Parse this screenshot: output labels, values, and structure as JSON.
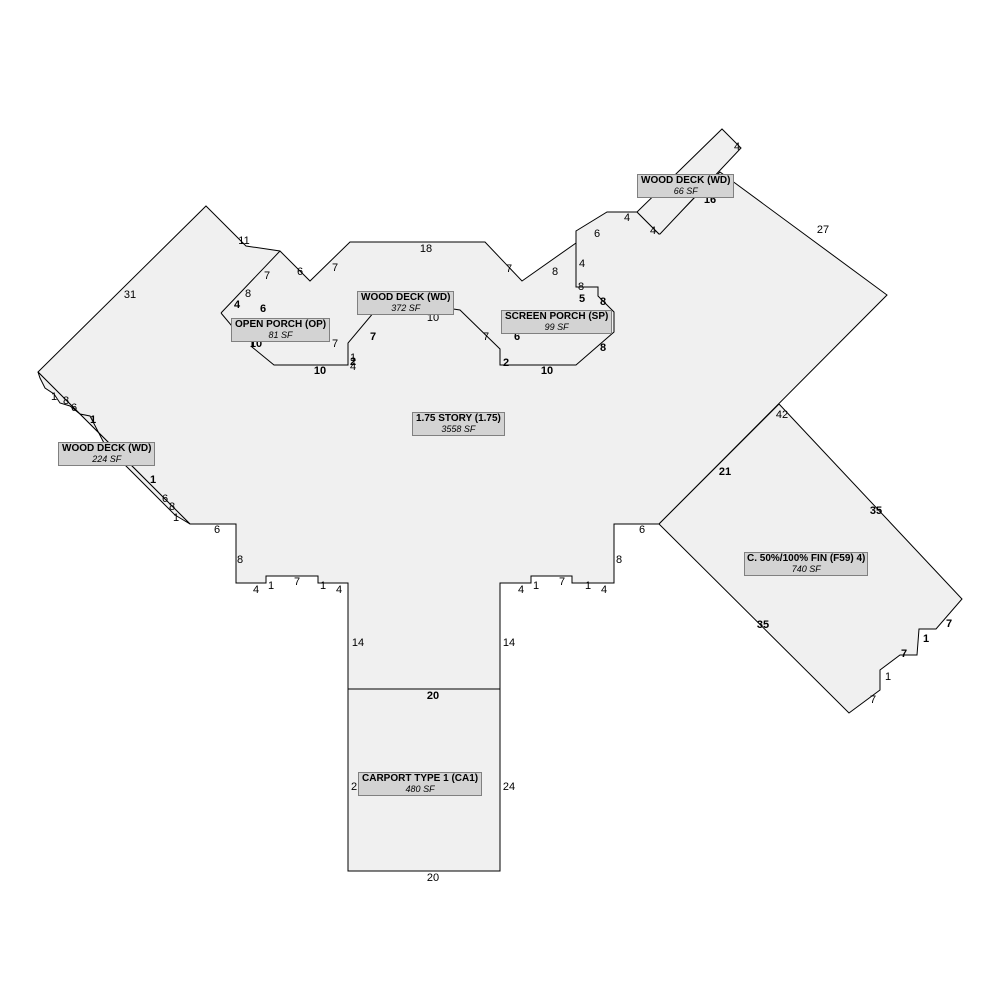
{
  "areas": {
    "main": {
      "name": "1.75 STORY (1.75)",
      "sf": "3558 SF"
    },
    "wood_deck_top": {
      "name": "WOOD DECK (WD)",
      "sf": "66 SF"
    },
    "wood_deck_center": {
      "name": "WOOD DECK (WD)",
      "sf": "372 SF"
    },
    "wood_deck_left": {
      "name": "WOOD DECK (WD)",
      "sf": "224 SF"
    },
    "open_porch": {
      "name": "OPEN PORCH (OP)",
      "sf": "81 SF"
    },
    "screen_porch": {
      "name": "SCREEN PORCH (SP)",
      "sf": "99 SF"
    },
    "fin": {
      "prefix": "C.",
      "name": "50%/100% FIN (F59)",
      "suffix": "4)",
      "sf": "740 SF"
    },
    "carport": {
      "name": "CARPORT TYPE 1 (CA1)",
      "sf": "480 SF"
    }
  },
  "dimensions": {
    "d31": "31",
    "d11": "11",
    "d6a": "6",
    "d7a": "7",
    "d18": "18",
    "d7b": "7",
    "d8a": "8",
    "d4a": "4",
    "d8b": "8",
    "d5": "5",
    "d8c": "8",
    "d8d": "8",
    "d10a": "10",
    "d2a": "2",
    "d6b": "6",
    "d6c": "6",
    "d4b": "4",
    "d4c": "4",
    "d16": "16",
    "d4d": "4",
    "d27": "27",
    "d42": "42",
    "d7c": "7",
    "d8e": "8",
    "d4e": "4",
    "d6d": "6",
    "d10b": "10",
    "d10c": "10",
    "d7d": "7",
    "d1a": "1",
    "d2b": "2",
    "d4f": "4",
    "d7e": "7",
    "d10d": "10",
    "d7f": "7",
    "d1b": "1",
    "d8f": "8",
    "d6e": "6",
    "d1c": "1",
    "d1d": "1",
    "d6f": "6",
    "d8g": "8",
    "d1e": "1",
    "d6g": "6",
    "d8h": "8",
    "d4g": "4",
    "d1f": "1",
    "d7g": "7",
    "d1g": "1",
    "d4h": "4",
    "d14a": "14",
    "d14b": "14",
    "d4i": "4",
    "d1h": "1",
    "d7h": "7",
    "d1i": "1",
    "d4j": "4",
    "d8i": "8",
    "d6h": "6",
    "d21": "21",
    "d35a": "35",
    "d35b": "35",
    "d7i": "7",
    "d1j": "1",
    "d7j": "7",
    "d1k": "1",
    "d7k": "7",
    "d20a": "20",
    "d2c": "2",
    "d24": "24",
    "d20b": "20"
  }
}
